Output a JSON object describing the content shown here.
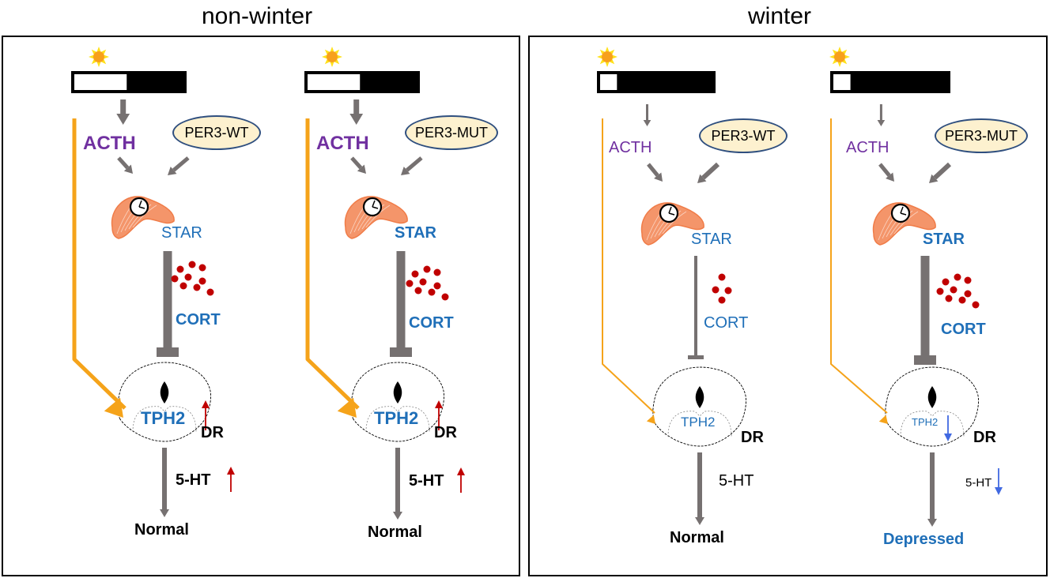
{
  "sections": {
    "non_winter": {
      "title": "non-winter"
    },
    "winter": {
      "title": "winter"
    }
  },
  "panels": [
    {
      "id": "nonwinter-wt",
      "light_fraction": 0.48,
      "acth": "ACTH",
      "per3": "PER3-WT",
      "star": "STAR",
      "cort": "CORT",
      "cort_dots": 9,
      "tph2": "TPH2",
      "tph2_change": "up",
      "dr": "DR",
      "ht5": "5-HT",
      "ht5_change": "up",
      "outcome": "Normal",
      "signal_strength": "strong"
    },
    {
      "id": "nonwinter-mut",
      "light_fraction": 0.48,
      "acth": "ACTH",
      "per3": "PER3-MUT",
      "star": "STAR",
      "cort": "CORT",
      "cort_dots": 9,
      "tph2": "TPH2",
      "tph2_change": "up",
      "dr": "DR",
      "ht5": "5-HT",
      "ht5_change": "up",
      "outcome": "Normal",
      "signal_strength": "strong"
    },
    {
      "id": "winter-wt",
      "light_fraction": 0.15,
      "acth": "ACTH",
      "per3": "PER3-WT",
      "star": "STAR",
      "cort": "CORT",
      "cort_dots": 4,
      "tph2": "TPH2",
      "tph2_change": "none",
      "dr": "DR",
      "ht5": "5-HT",
      "ht5_change": "none",
      "outcome": "Normal",
      "signal_strength": "weak"
    },
    {
      "id": "winter-mut",
      "light_fraction": 0.15,
      "acth": "ACTH",
      "per3": "PER3-MUT",
      "star": "STAR",
      "cort": "CORT",
      "cort_dots": 9,
      "tph2": "TPH2",
      "tph2_change": "down",
      "dr": "DR",
      "ht5": "5-HT",
      "ht5_change": "down",
      "outcome": "Depressed",
      "signal_strength": "mixed"
    }
  ],
  "colors": {
    "acth": "#7030a0",
    "blue_label": "#1f6fb8",
    "orange_path": "#f5a31a",
    "gray_arrow": "#767171",
    "cort_dot": "#c00000",
    "up_arrow": "#c00000",
    "down_arrow": "#4169e1",
    "oval_fill": "#fdf1cf",
    "adrenal": "#f4956a"
  }
}
